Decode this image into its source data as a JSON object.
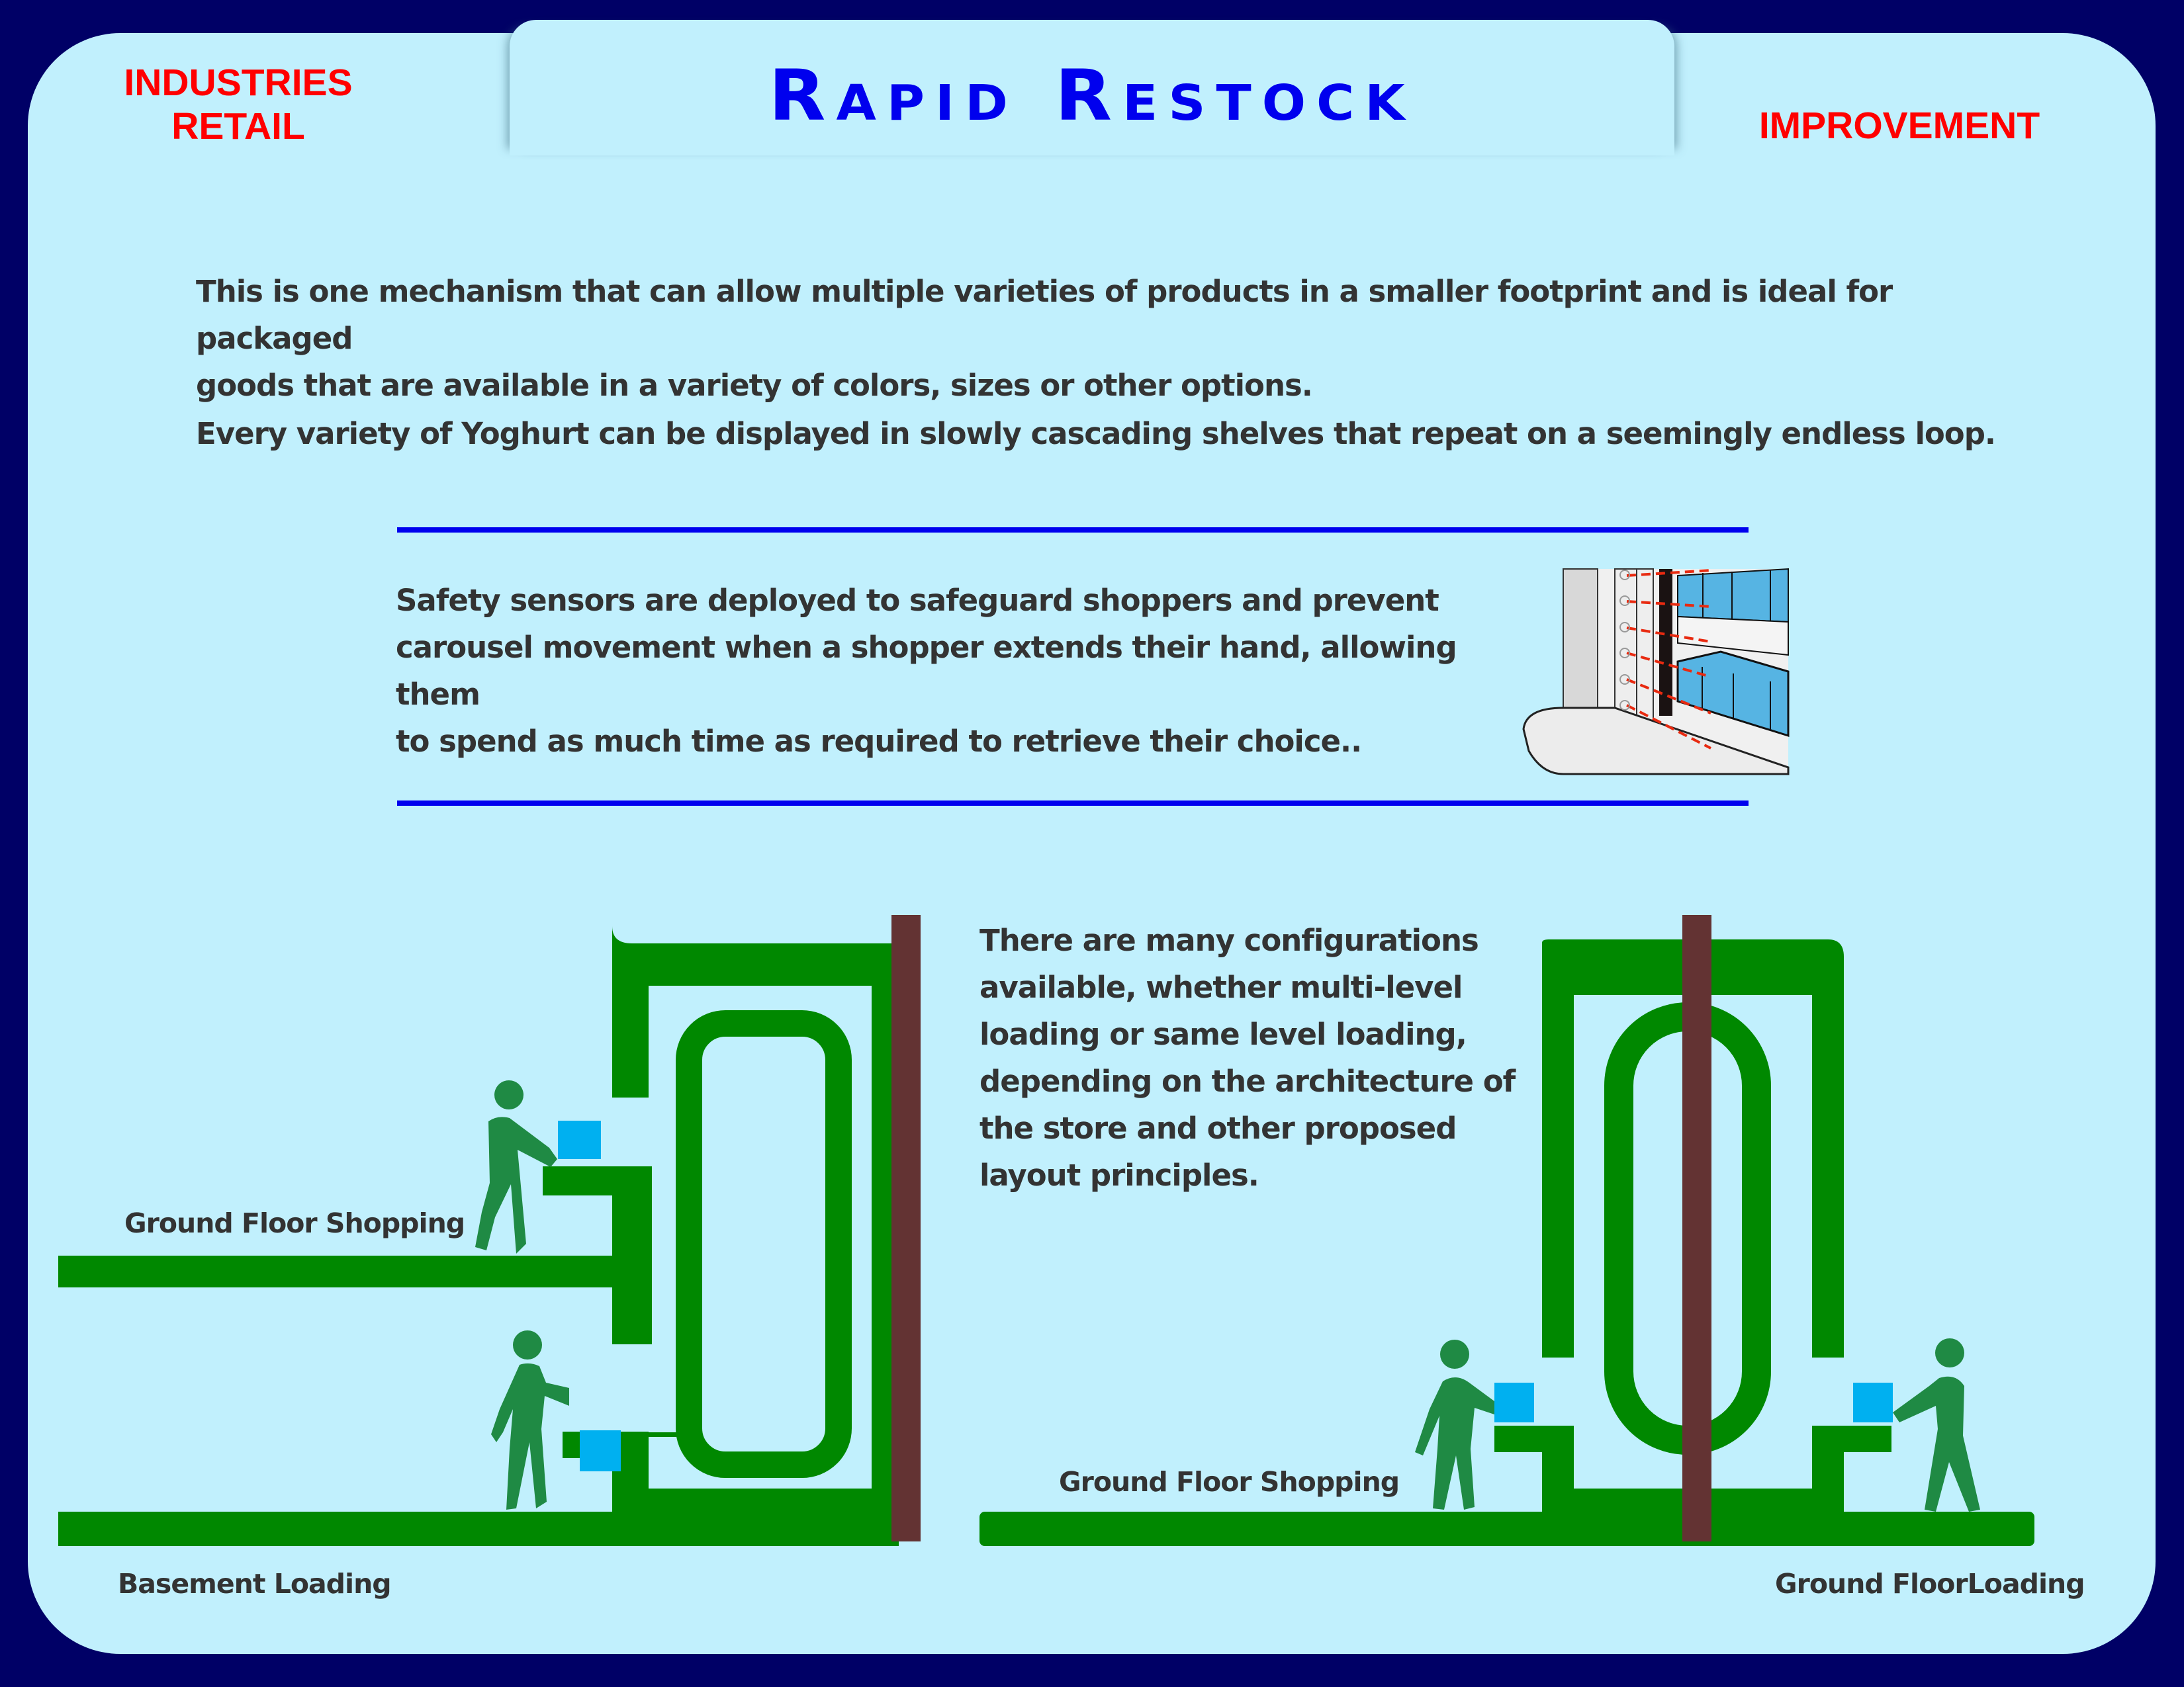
{
  "header": {
    "left_label": [
      "INDUSTRIES",
      "RETAIL"
    ],
    "title": "Rapid Restock",
    "right_label": "IMPROVEMENT"
  },
  "intro": {
    "paragraph_1": [
      "This is one mechanism that can allow multiple varieties of products in a smaller footprint and is ideal for packaged",
      "goods that are available in a variety of colors, sizes or other options."
    ],
    "paragraph_2": "Every variety of Yoghurt can be displayed in slowly cascading shelves that repeat on a seemingly endless loop."
  },
  "safety": {
    "lines": [
      "Safety sensors are deployed to safeguard shoppers and prevent",
      "carousel movement when a shopper extends their hand, allowing them",
      "to spend as much time as required to retrieve their choice.."
    ],
    "image": "safety-sensor-illustration"
  },
  "configurations": {
    "lines": [
      "There are many configurations",
      "available, whether multi-level",
      "loading or same level loading,",
      "depending on the architecture of",
      "the store and other proposed",
      "layout principles."
    ]
  },
  "diagram_left": {
    "upper_label": "Ground Floor Shopping",
    "lower_label": "Basement Loading"
  },
  "diagram_right": {
    "left_label": "Ground Floor Shopping",
    "right_label": "Ground FloorLoading"
  },
  "colors": {
    "background": "#000066",
    "panel": "#c1f0fd",
    "title": "#0000ee",
    "accent_red": "#ff0000",
    "carousel_green": "#008800",
    "figure_green": "#1f8a44",
    "product_blue": "#00b0f0",
    "post_brown": "#633333",
    "text": "#333333"
  }
}
